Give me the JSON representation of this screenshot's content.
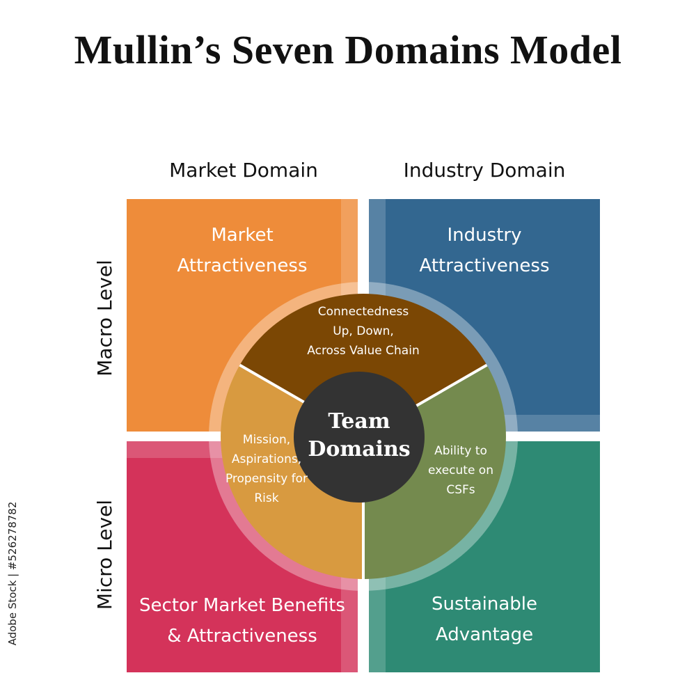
{
  "title": "Mullin’s Seven Domains Model",
  "columns": {
    "left": "Market Domain",
    "right": "Industry Domain"
  },
  "rows": {
    "top": "Macro Level",
    "bottom": "Micro Level"
  },
  "quadrants": {
    "top_left": {
      "line1": "Market",
      "line2": "Attractiveness",
      "color": "#EE8C3A"
    },
    "top_right": {
      "line1": "Industry",
      "line2": "Attractiveness",
      "color": "#336790"
    },
    "bottom_left": {
      "line1": "Sector Market Benefits",
      "line2": "& Attractiveness",
      "color": "#D4335A"
    },
    "bottom_right": {
      "line1": "Sustainable",
      "line2": "Advantage",
      "color": "#2E8A74"
    }
  },
  "segments": {
    "top": {
      "line1": "Connectedness",
      "line2": "Up, Down,",
      "line3": "Across Value Chain",
      "color": "#7B4704"
    },
    "left": {
      "line1": "Mission,",
      "line2": "Aspirations,",
      "line3": "Propensity for",
      "line4": "Risk",
      "color": "#D89A40"
    },
    "right": {
      "line1": "Ability to",
      "line2": "execute on",
      "line3": "CSFs",
      "color": "#748A4E"
    }
  },
  "center": {
    "line1": "Team",
    "line2": "Domains",
    "color": "#333333"
  },
  "watermark": "Adobe Stock | #526278782"
}
